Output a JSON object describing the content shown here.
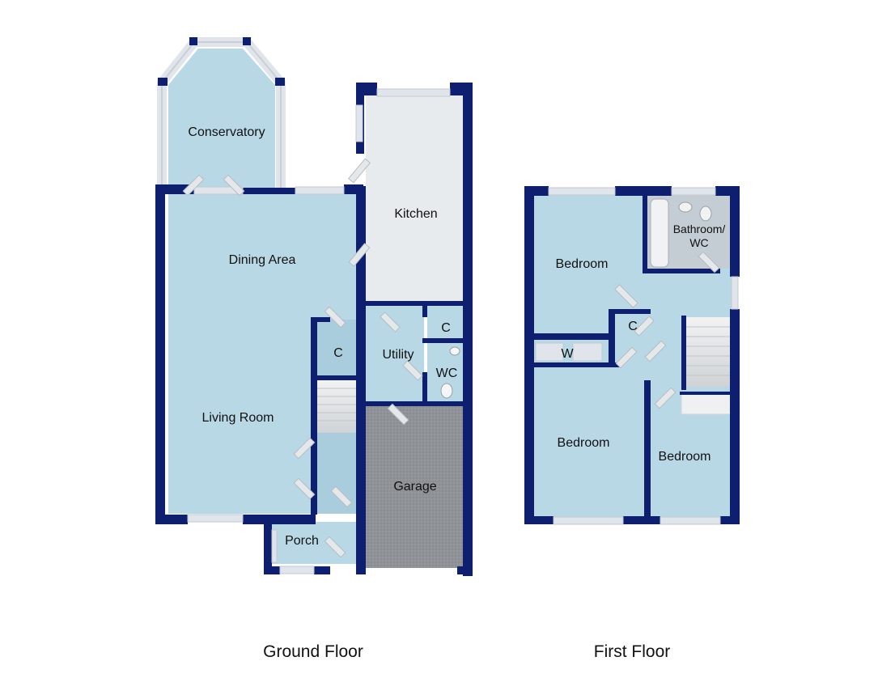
{
  "floors": {
    "ground": {
      "caption": "Ground Floor",
      "rooms": {
        "conservatory": "Conservatory",
        "kitchen": "Kitchen",
        "dining": "Dining Area",
        "living": "Living Room",
        "cupboard": "C",
        "utility": "Utility",
        "utility_cupboard": "C",
        "wc": "WC",
        "garage": "Garage",
        "porch": "Porch"
      }
    },
    "first": {
      "caption": "First Floor",
      "rooms": {
        "bedroom1": "Bedroom",
        "bathroom_line1": "Bathroom/",
        "bathroom_line2": "WC",
        "cupboard": "C",
        "wardrobe": "W",
        "bedroom2": "Bedroom",
        "bedroom3": "Bedroom"
      }
    }
  },
  "colors": {
    "wall": "#0d1f6e",
    "room_floor": "#b9d8e6",
    "kitchen_floor": "#e8ebee",
    "garage_floor": "#8e9296",
    "window": "#dfe5ea"
  }
}
